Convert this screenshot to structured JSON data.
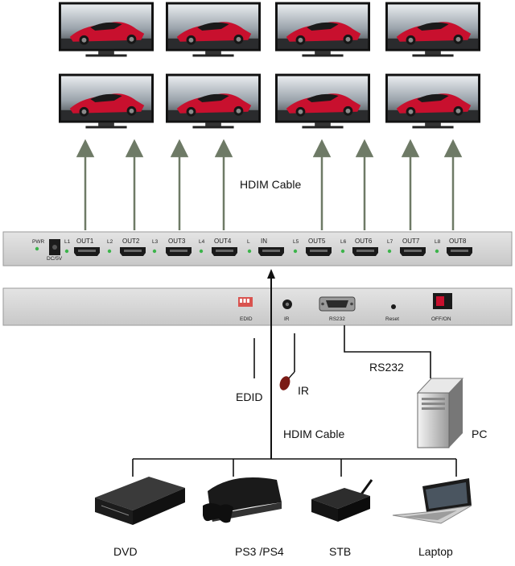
{
  "monitors": {
    "count": 8,
    "screen_image": "red-sports-car",
    "rows": 2,
    "columns": 4
  },
  "labels": {
    "top_cable": "HDIM Cable",
    "bottom_cable": "HDIM Cable",
    "edid": "EDID",
    "ir": "IR",
    "rs232": "RS232",
    "pc": "PC"
  },
  "front_panel": {
    "pwr": "PWR",
    "dc": "DC/5V",
    "ports": [
      {
        "led": "L1",
        "name": "OUT1"
      },
      {
        "led": "L2",
        "name": "OUT2"
      },
      {
        "led": "L3",
        "name": "OUT3"
      },
      {
        "led": "L4",
        "name": "OUT4"
      },
      {
        "led": "L",
        "name": "IN"
      },
      {
        "led": "L5",
        "name": "OUT5"
      },
      {
        "led": "L6",
        "name": "OUT6"
      },
      {
        "led": "L7",
        "name": "OUT7"
      },
      {
        "led": "L8",
        "name": "OUT8"
      }
    ]
  },
  "back_panel": {
    "edid": "EDID",
    "ir": "IR",
    "rs232": "RS232",
    "reset": "Reset",
    "power": "OFF/ON"
  },
  "sources": [
    {
      "label": "DVD",
      "icon": "dvd-player-icon"
    },
    {
      "label": "PS3 /PS4",
      "icon": "game-console-icon"
    },
    {
      "label": "STB",
      "icon": "set-top-box-icon"
    },
    {
      "label": "Laptop",
      "icon": "laptop-icon"
    }
  ],
  "colors": {
    "panel": "#d6d6d6",
    "arrow": "#6e7a66",
    "led": "#3cb44b",
    "car": "#c8102e"
  }
}
